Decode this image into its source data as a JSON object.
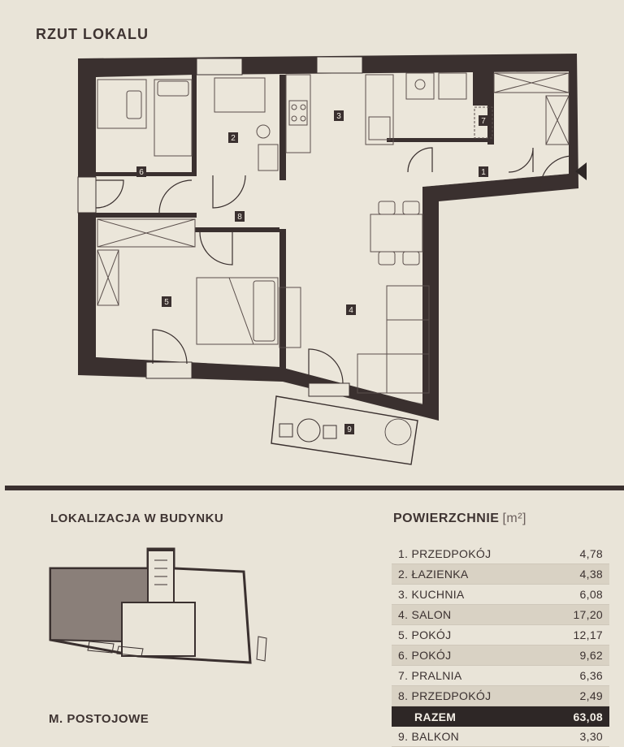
{
  "page": {
    "title": "RZUT LOKALU",
    "location_title": "LOKALIZACJA W BUDYNKU",
    "areas_title": "POWIERZCHNIE",
    "areas_unit": "[m²]",
    "parking_label": "M. POSTOJOWE"
  },
  "plan": {
    "room_numbers": [
      "1",
      "2",
      "3",
      "4",
      "5",
      "6",
      "7",
      "8",
      "9"
    ],
    "entrance_marker": "entrance-arrow-icon"
  },
  "areas": {
    "rows": [
      {
        "name": "1. PRZEDPOKÓJ",
        "value": "4,78"
      },
      {
        "name": "2. ŁAZIENKA",
        "value": "4,38"
      },
      {
        "name": "3. KUCHNIA",
        "value": "6,08"
      },
      {
        "name": "4. SALON",
        "value": "17,20"
      },
      {
        "name": "5. POKÓJ",
        "value": "12,17"
      },
      {
        "name": "6. POKÓJ",
        "value": "9,62"
      },
      {
        "name": "7. PRALNIA",
        "value": "6,36"
      },
      {
        "name": "8. PRZEDPOKÓJ",
        "value": "2,49"
      }
    ],
    "total": {
      "name": "RAZEM",
      "value": "63,08"
    },
    "extra": {
      "name": "9. BALKON",
      "value": "3,30"
    }
  },
  "colors": {
    "background": "#e9e4d8",
    "wall": "#3a302f",
    "highlight_unit": "#8a7f79",
    "table_alt_row": "#d9d2c4",
    "total_row": "#2e2726"
  }
}
